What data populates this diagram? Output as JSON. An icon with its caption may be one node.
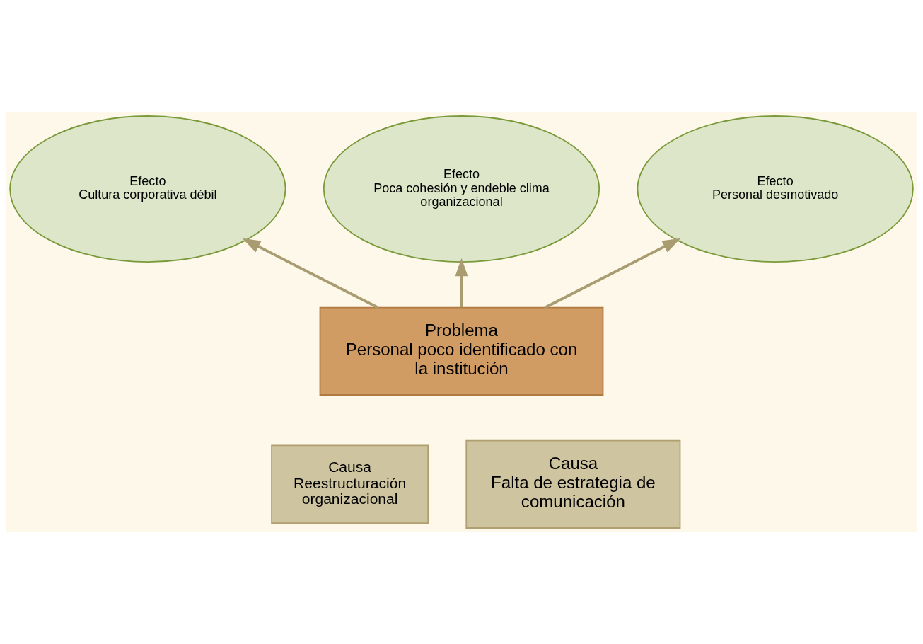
{
  "diagram": {
    "nodes": [
      {
        "text": [
          "Efecto",
          "Cultura corporativa débil"
        ]
      },
      {
        "text": [
          "Efecto",
          "Poca cohesión y endeble clima organizacional"
        ]
      },
      {
        "text": [
          "Efecto",
          "Personal desmotivado"
        ]
      },
      {
        "text": [
          "Problema",
          "Personal poco identificado con la institución"
        ]
      },
      {
        "text": [
          "Causa",
          "Reestructuración organizacional"
        ]
      },
      {
        "text": [
          "Causa",
          "Falta de estrategia de comunicación"
        ]
      }
    ],
    "edges": [
      {
        "from": 3,
        "to": 0,
        "arrow": "to"
      },
      {
        "from": 3,
        "to": 1,
        "arrow": "to"
      },
      {
        "from": 3,
        "to": 2,
        "arrow": "to"
      }
    ]
  }
}
